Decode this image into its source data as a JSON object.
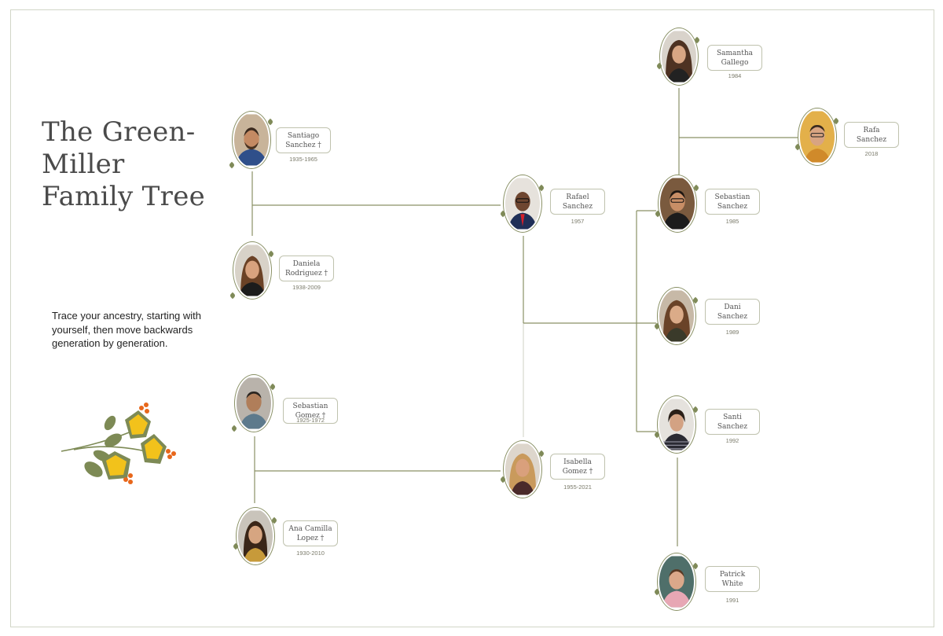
{
  "title": "The Green-Miller Family Tree",
  "subtitle": "Trace your ancestry, starting with yourself, then move backwards generation by generation.",
  "colors": {
    "line": "#8a9166",
    "leaf": "#7f8a58",
    "flower_yellow": "#f2c21b",
    "flower_green": "#7d8a55",
    "berry": "#e8671b"
  },
  "people": [
    {
      "name": "Santiago Sanchez †",
      "years": "1935-1965",
      "portrait": "man-beard-blue-shirt"
    },
    {
      "name": "Daniela Rodriguez †",
      "years": "1938-2009",
      "portrait": "woman-brown-hair"
    },
    {
      "name": "Sebastian Gomez †",
      "years": "1925-1972",
      "portrait": "man-short-hair"
    },
    {
      "name": "Ana Camilla Lopez †",
      "years": "1930-2010",
      "portrait": "woman-long-dark-hair"
    },
    {
      "name": "Rafael Sanchez",
      "years": "1957",
      "portrait": "man-suit-glasses"
    },
    {
      "name": "Isabella Gomez †",
      "years": "1955-2021",
      "portrait": "woman-blonde"
    },
    {
      "name": "Samantha Gallego",
      "years": "1984",
      "portrait": "woman-long-brown-hair"
    },
    {
      "name": "Rafa Sanchez",
      "years": "2018",
      "portrait": "boy-glasses"
    },
    {
      "name": "Sebastian Sanchez",
      "years": "1985",
      "portrait": "man-glasses-dark"
    },
    {
      "name": "Dani Sanchez",
      "years": "1989",
      "portrait": "woman-smiling"
    },
    {
      "name": "Santi Sanchez",
      "years": "1992",
      "portrait": "young-man-striped"
    },
    {
      "name": "Patrick White",
      "years": "1991",
      "portrait": "man-pink-shirt"
    }
  ]
}
